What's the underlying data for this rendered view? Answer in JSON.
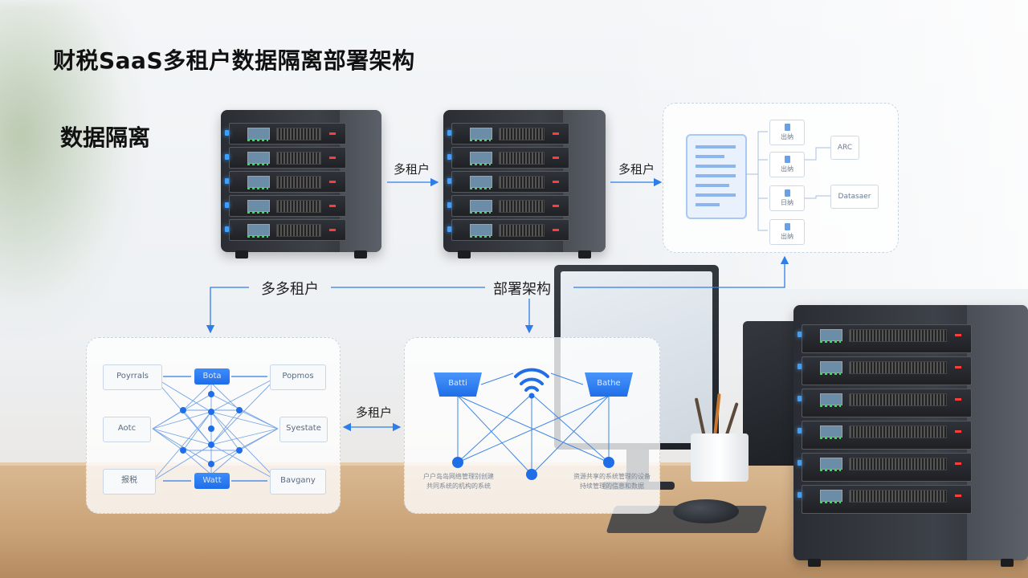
{
  "title": "财税SaaS多租户数据隔离部署架构",
  "section_title": "数据隔离",
  "flow_labels": {
    "server1_to_server2": "多租户",
    "server2_to_diagram": "多租户",
    "left_connector": "多多租户",
    "middle_connector": "部署架构",
    "bottom_connector": "多租户"
  },
  "top_diagram": {
    "boxes": [
      "出纳",
      "出纳",
      "日纳",
      "出纳"
    ],
    "right_labels": [
      "ARC",
      "Datasaer"
    ]
  },
  "mesh_diagram": {
    "left_boxes": [
      "Poyrrals",
      "Aotc",
      "报税"
    ],
    "center_top": "Bota",
    "center_bottom": "Watt",
    "right_boxes": [
      "Popmos",
      "Syestate",
      "Bavgany"
    ]
  },
  "network_diagram": {
    "left_node": "Batti",
    "right_node": "Bathe",
    "caption_left": [
      "户户岛岛网络管理别创建",
      "共同系统的机构的系统"
    ],
    "caption_right": [
      "资源共享的系统管理的设备",
      "持续管理的信息和数据"
    ],
    "accent_color": "#1f6ee8"
  }
}
